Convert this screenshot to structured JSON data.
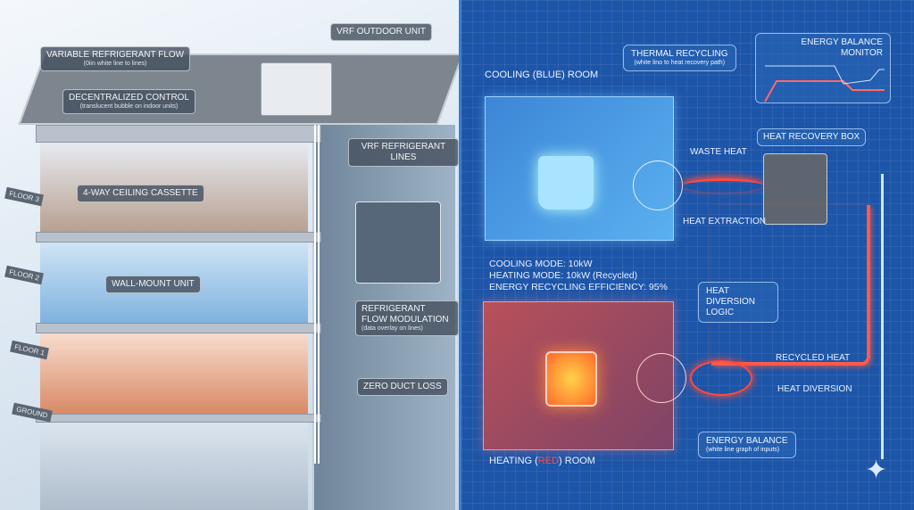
{
  "left_panel": {
    "labels": {
      "vrf_outdoor_unit": "VRF OUTDOOR UNIT",
      "variable_refrigerant_flow": {
        "title": "VARIABLE REFRIGERANT FLOW",
        "note": "(0iin white line to lines)"
      },
      "decentralized_control": {
        "title": "DECENTRALIZED CONTROL",
        "note": "(translucent bubble on indoor units)"
      },
      "vrf_refrigerant_lines": "VRF REFRIGERANT LINES",
      "ceiling_cassette": "4-WAY CEILING CASSETTE",
      "wall_mount_unit": "WALL-MOUNT UNIT",
      "refrigerant_flow_modulation": {
        "title": "REFRIGERANT FLOW MODULATION",
        "note": "(data overlay on lines)"
      },
      "zero_duct_loss": "ZERO DUCT LOSS"
    },
    "floors": [
      "FLOOR 3",
      "FLOOR 2",
      "FLOOR 1",
      "GROUND"
    ],
    "colors": {
      "cooling": "#4fa3e0",
      "heating": "#e8604a"
    }
  },
  "right_panel": {
    "cooling_room_title": "COOLING (BLUE) ROOM",
    "thermal_recycling": {
      "title": "THERMAL RECYCLING",
      "note": "(white lino to heat recovery path)"
    },
    "energy_balance_monitor": "ENERGY BALANCE MONITOR",
    "heat_recovery_box": "HEAT RECOVERY BOX",
    "waste_heat": "WASTE HEAT",
    "heat_extraction": "HEAT EXTRACTION",
    "stats": [
      "COOLING MODE: 10kW",
      "HEATING MODE: 10kW (Recycled)",
      "ENERGY RECYCLING EFFICIENCY: 95%"
    ],
    "heat_diversion_logic": "HEAT DIVERSION LOGIC",
    "recycled_heat": "RECYCLED HEAT",
    "heat_diversion": "HEAT DIVERSION",
    "energy_balance": {
      "title": "ENERGY BALANCE",
      "note": "(white line graph of inputs)"
    },
    "heating_room_title": {
      "prefix": "HEATING (",
      "highlight": "RED",
      "suffix": ") ROOM"
    },
    "colors": {
      "blueprint": "#1d55a8",
      "heat": "#ff4a3a",
      "cool": "#7fd0ff"
    }
  }
}
